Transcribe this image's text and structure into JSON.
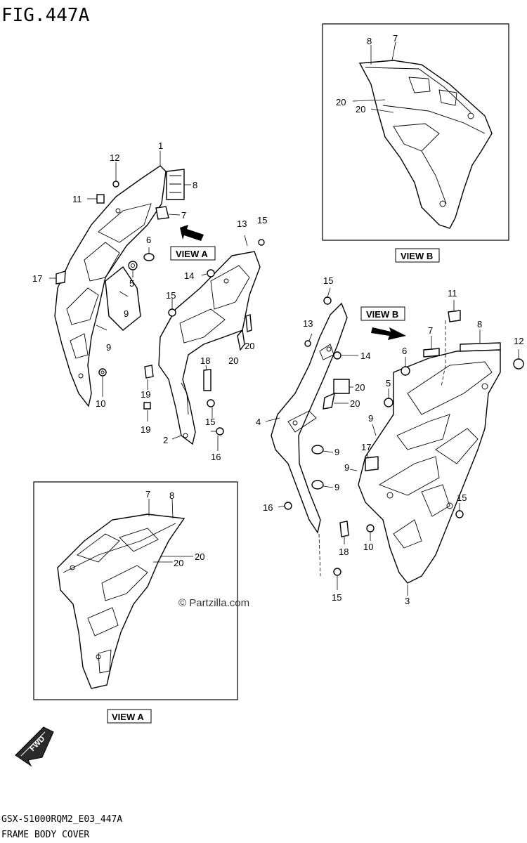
{
  "figure_id": "FIG.447A",
  "footer": {
    "model_code": "GSX-S1000RQM2_E03_447A",
    "title": "FRAME BODY COVER"
  },
  "watermark": "© Partzilla.com",
  "view_labels": {
    "view_a": "VIEW A",
    "view_b": "VIEW B"
  },
  "fwd_label": "FWD",
  "callouts": {
    "n1": "1",
    "n2": "2",
    "n3": "3",
    "n4": "4",
    "n5": "5",
    "n6": "6",
    "n7": "7",
    "n8": "8",
    "n9": "9",
    "n10": "10",
    "n11": "11",
    "n12": "12",
    "n13": "13",
    "n14": "14",
    "n15": "15",
    "n16": "16",
    "n17": "17",
    "n18": "18",
    "n19": "19",
    "n20": "20"
  },
  "icons": [
    "view-arrow-icon",
    "fwd-arrow-icon"
  ]
}
